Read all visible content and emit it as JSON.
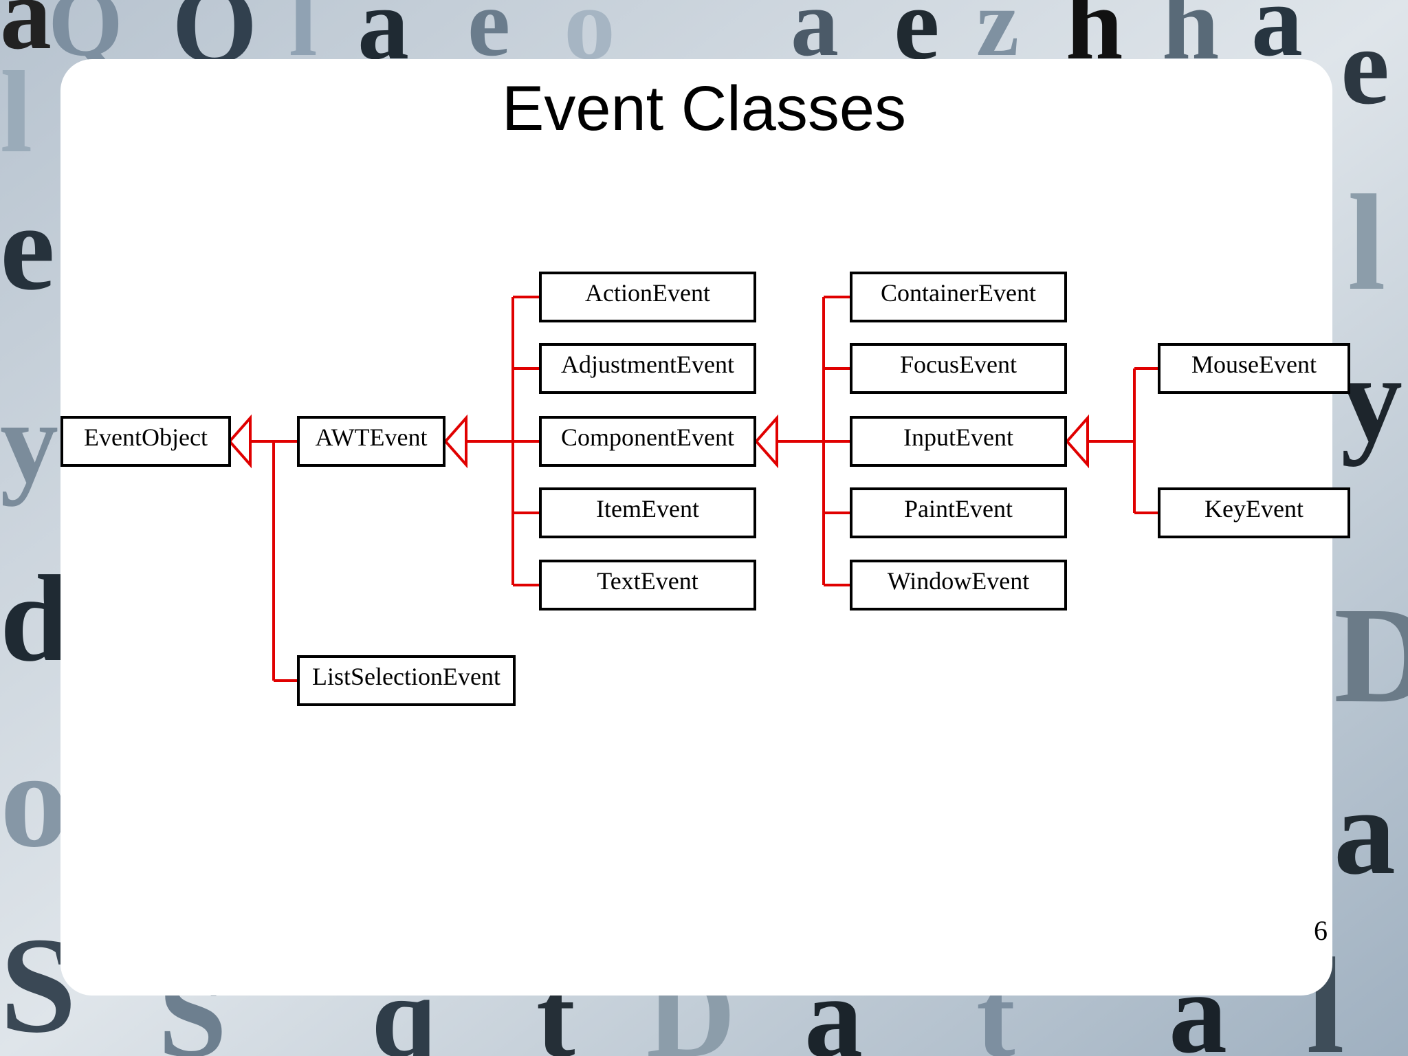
{
  "slide": {
    "title": "Event Classes",
    "page_number": "6"
  },
  "diagram": {
    "arrow_color": "#e00000",
    "box_border_color": "#000000",
    "classes": {
      "eventobject": "EventObject",
      "awtevent": "AWTEvent",
      "listselectionevent": "ListSelectionEvent",
      "actionevent": "ActionEvent",
      "adjustmentevent": "AdjustmentEvent",
      "componentevent": "ComponentEvent",
      "itemevent": "ItemEvent",
      "textevent": "TextEvent",
      "containerevent": "ContainerEvent",
      "focusevent": "FocusEvent",
      "inputevent": "InputEvent",
      "paintevent": "PaintEvent",
      "windowevent": "WindowEvent",
      "mouseevent": "MouseEvent",
      "keyevent": "KeyEvent"
    },
    "inheritance": [
      {
        "child": "AWTEvent",
        "parent": "EventObject"
      },
      {
        "child": "ListSelectionEvent",
        "parent": "EventObject"
      },
      {
        "child": "ActionEvent",
        "parent": "AWTEvent"
      },
      {
        "child": "AdjustmentEvent",
        "parent": "AWTEvent"
      },
      {
        "child": "ComponentEvent",
        "parent": "AWTEvent"
      },
      {
        "child": "ItemEvent",
        "parent": "AWTEvent"
      },
      {
        "child": "TextEvent",
        "parent": "AWTEvent"
      },
      {
        "child": "ContainerEvent",
        "parent": "ComponentEvent"
      },
      {
        "child": "FocusEvent",
        "parent": "ComponentEvent"
      },
      {
        "child": "InputEvent",
        "parent": "ComponentEvent"
      },
      {
        "child": "PaintEvent",
        "parent": "ComponentEvent"
      },
      {
        "child": "WindowEvent",
        "parent": "ComponentEvent"
      },
      {
        "child": "MouseEvent",
        "parent": "InputEvent"
      },
      {
        "child": "KeyEvent",
        "parent": "InputEvent"
      }
    ]
  }
}
